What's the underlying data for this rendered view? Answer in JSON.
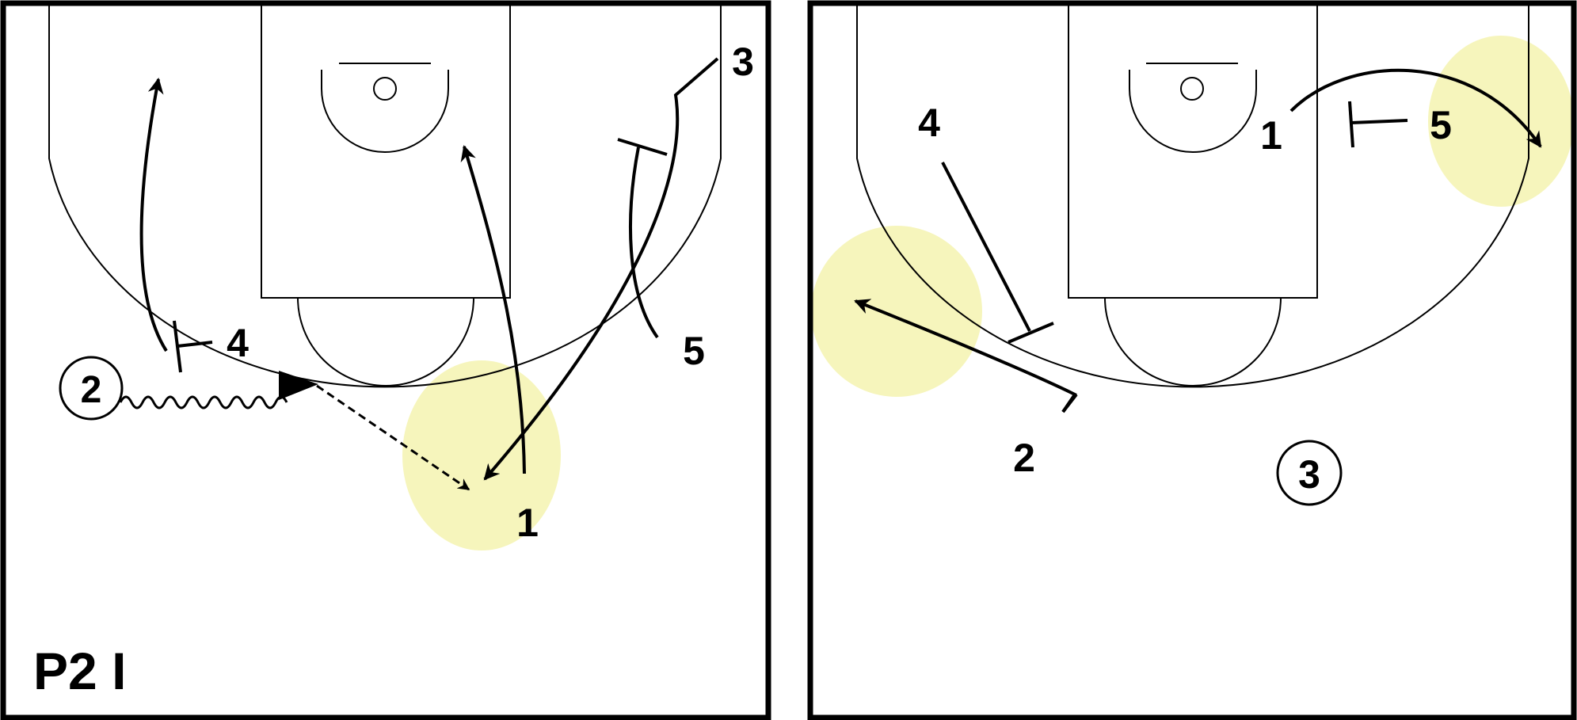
{
  "colors": {
    "background": "#ffffff",
    "line": "#000000",
    "highlight": "#f5f3b0"
  },
  "diagrams": [
    {
      "caption": "P2 I",
      "labels": {
        "p1": "1",
        "p2": "2",
        "p3": "3",
        "p4": "4",
        "p5": "5"
      }
    },
    {
      "caption": "",
      "labels": {
        "p1": "1",
        "p2": "2",
        "p3": "3",
        "p4": "4",
        "p5": "5"
      }
    }
  ]
}
